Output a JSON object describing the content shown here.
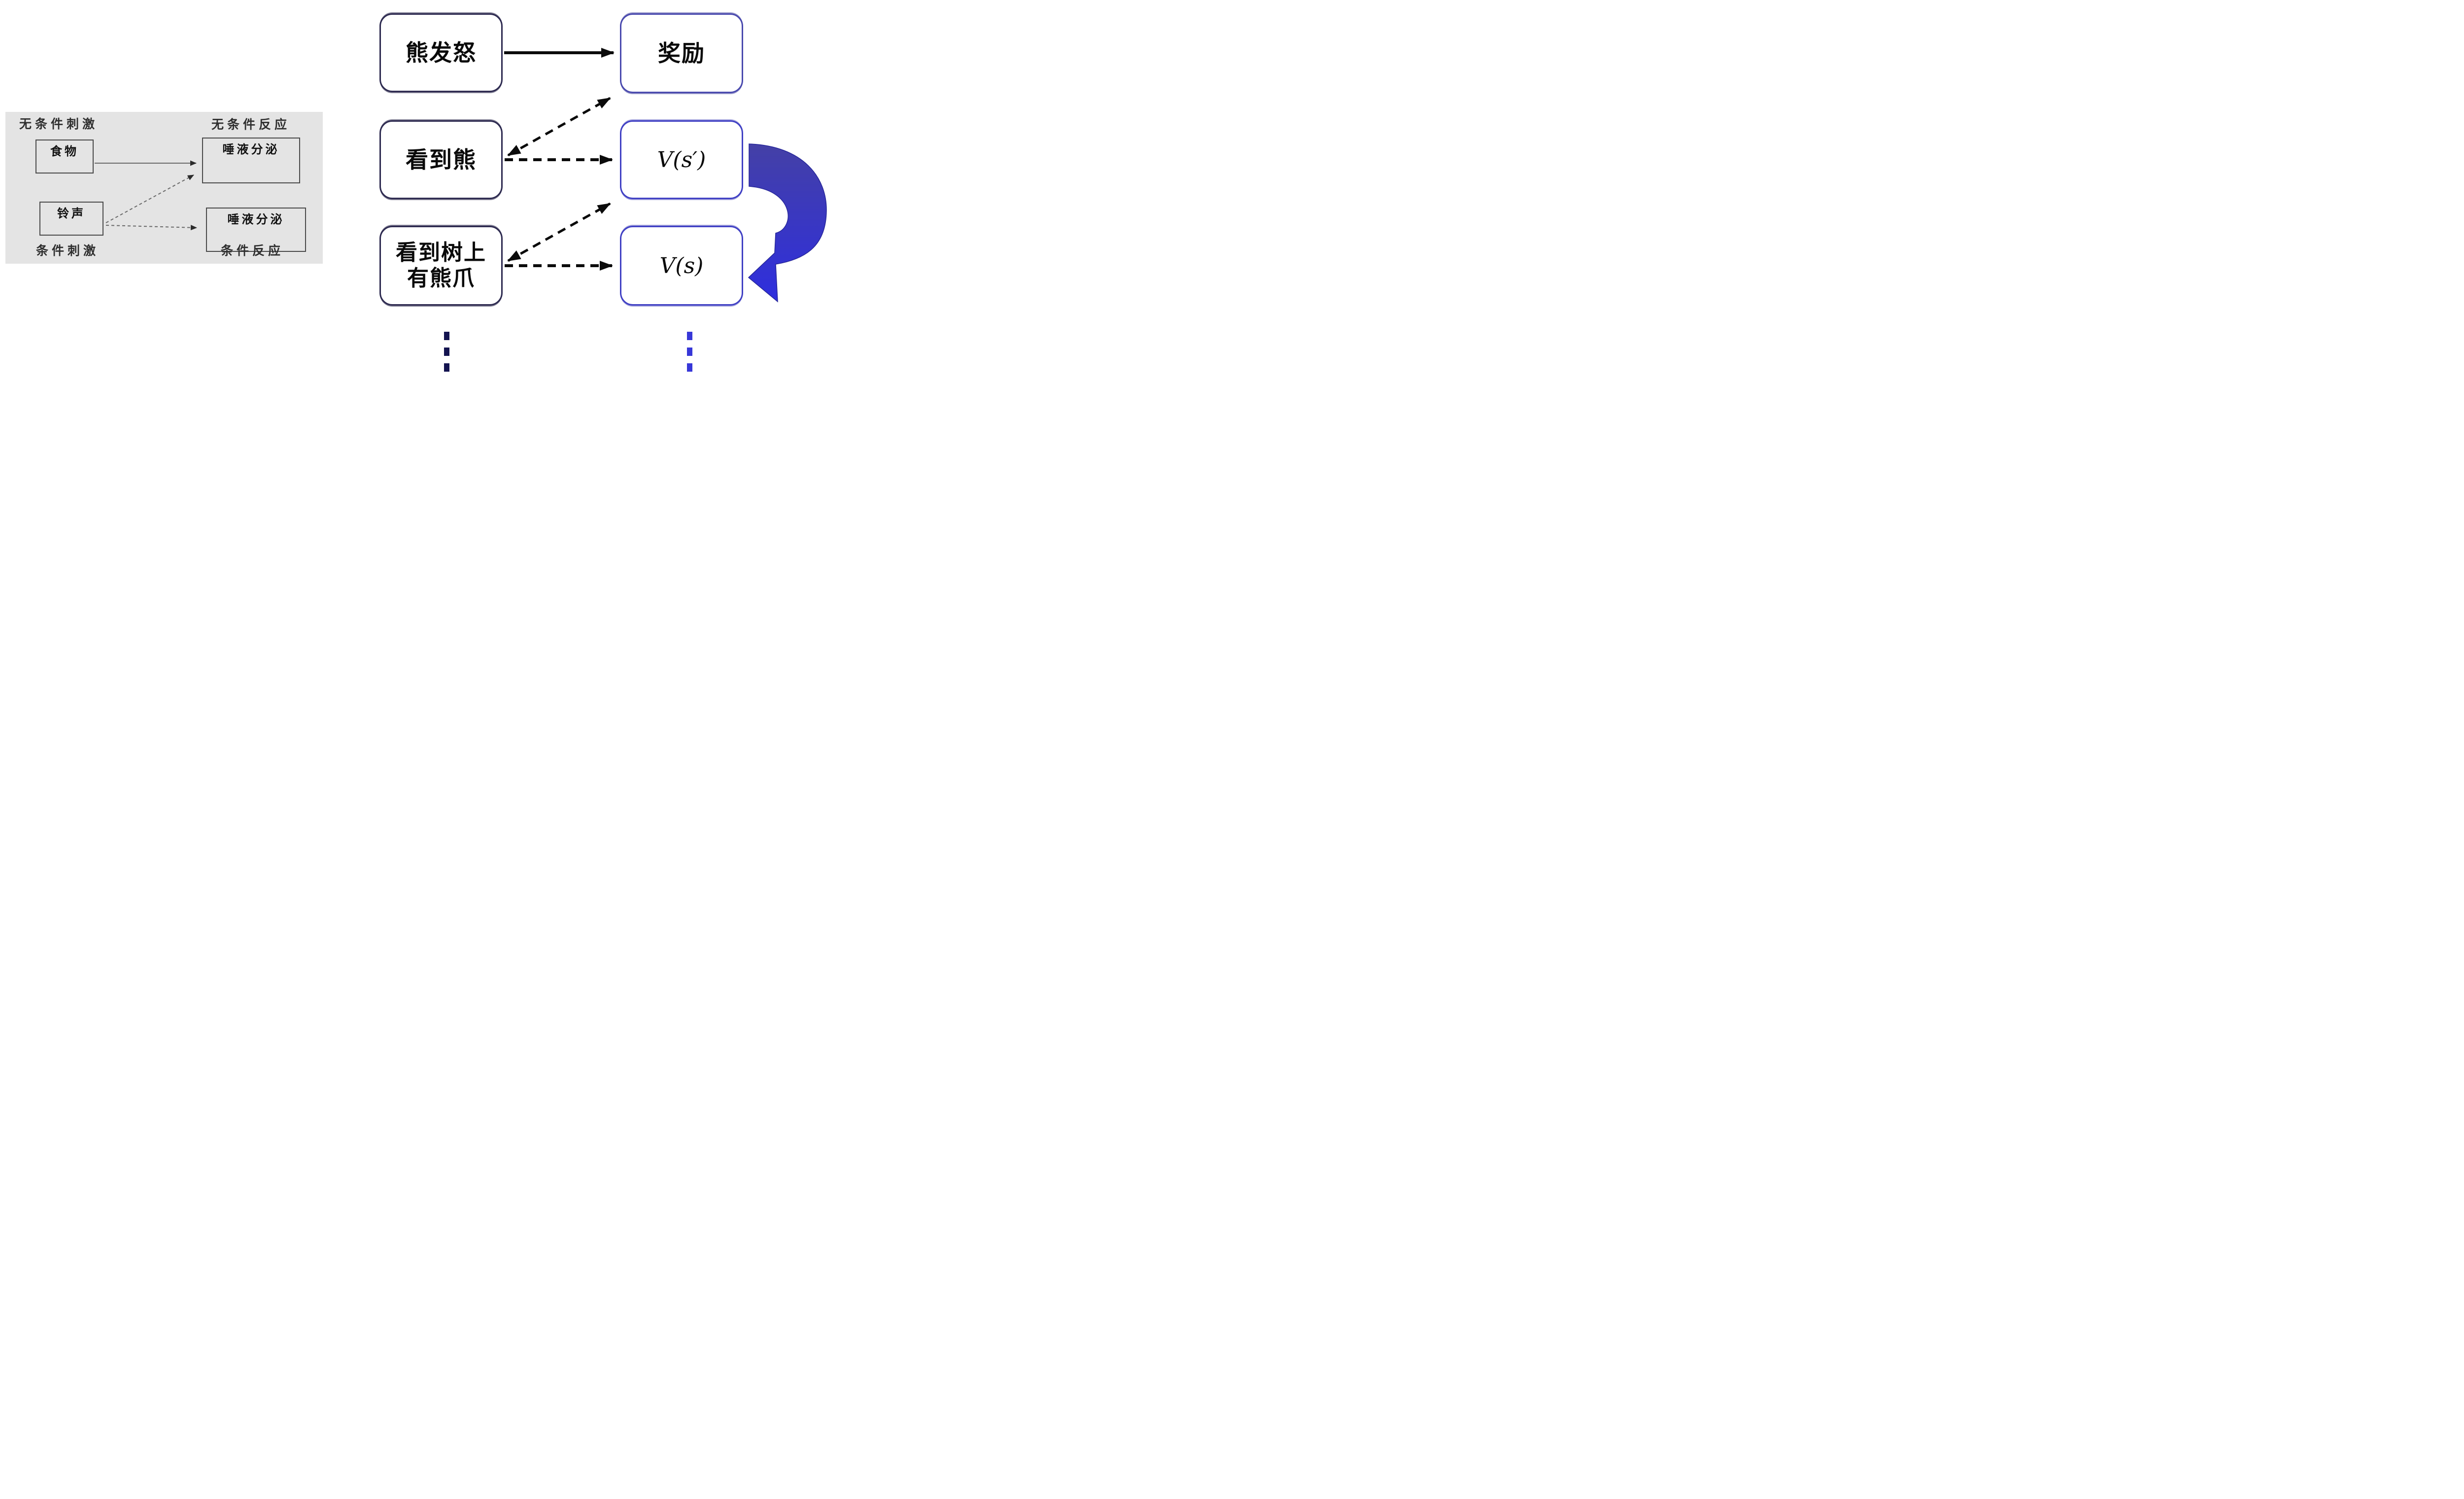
{
  "left_panel": {
    "unconditioned_stimulus_label": "无条件刺激",
    "unconditioned_response_label": "无条件反应",
    "conditioned_stimulus_label": "条件刺激",
    "conditioned_response_label": "条件反应",
    "food_box": "食物",
    "salivation_top_box": "唾液分泌",
    "bell_box": "铃声",
    "salivation_bottom_box": "唾液分泌"
  },
  "right_diagram": {
    "bear_angry_box": "熊发怒",
    "reward_box": "奖励",
    "see_bear_box": "看到熊",
    "value_next_box": "V(s′)",
    "see_claw_box_line1": "看到树上",
    "see_claw_box_line2": "有熊爪",
    "value_box": "V(s)"
  },
  "colors": {
    "panel_bg": "#e4e4e4",
    "dark_node_border": "#2d2a50",
    "reward_node_border": "#4949ae",
    "value_node_border": "#4040c4",
    "blue_arrow_top": "#4440a6",
    "blue_arrow_bottom": "#2e2ede",
    "dots_left": "#141450",
    "dots_right": "#3737d8"
  }
}
